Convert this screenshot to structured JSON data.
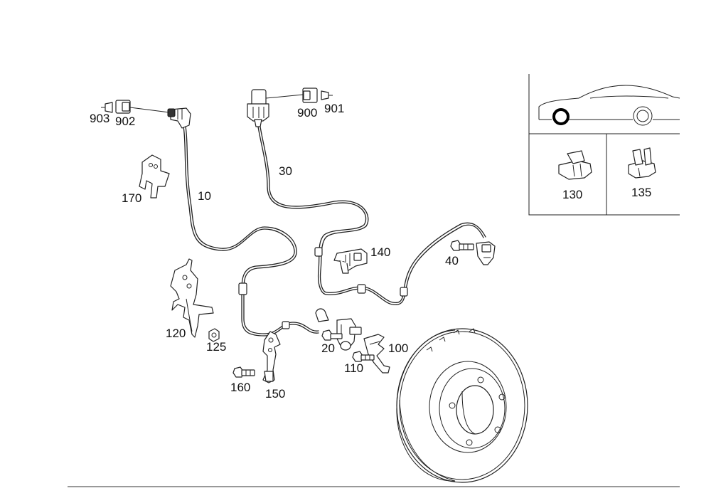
{
  "labels": {
    "p903": "903",
    "p902": "902",
    "p900": "900",
    "p901": "901",
    "p30": "30",
    "p10": "10",
    "p170": "170",
    "p140": "140",
    "p40": "40",
    "p120": "120",
    "p125": "125",
    "p20": "20",
    "p100": "100",
    "p110": "110",
    "p160": "160",
    "p150": "150",
    "p130": "130",
    "p135": "135"
  },
  "colors": {
    "line": "#222222",
    "highlight_circle": "#000000",
    "background": "#ffffff"
  }
}
